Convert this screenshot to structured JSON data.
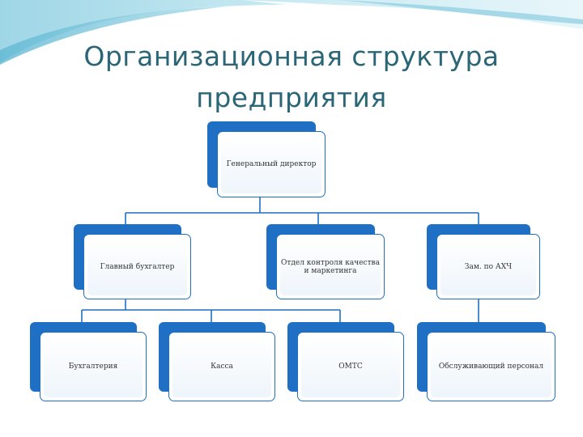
{
  "title": "Организационная структура предприятия",
  "colors": {
    "title": "#2a6676",
    "box_back": "#1f6fc4",
    "box_border": "#1f6fc4",
    "connector": "#1f6fc4"
  },
  "nodes": {
    "director": "Генеральный директор",
    "chief_accountant": "Главный бухгалтер",
    "quality_marketing": "Отдел контроля качества и маркетинга",
    "deputy_ahch": "Зам. по АХЧ",
    "accounting": "Бухгалтерия",
    "cash": "Касса",
    "omts": "ОМТС",
    "service_staff": "Обслуживающий персонал"
  }
}
